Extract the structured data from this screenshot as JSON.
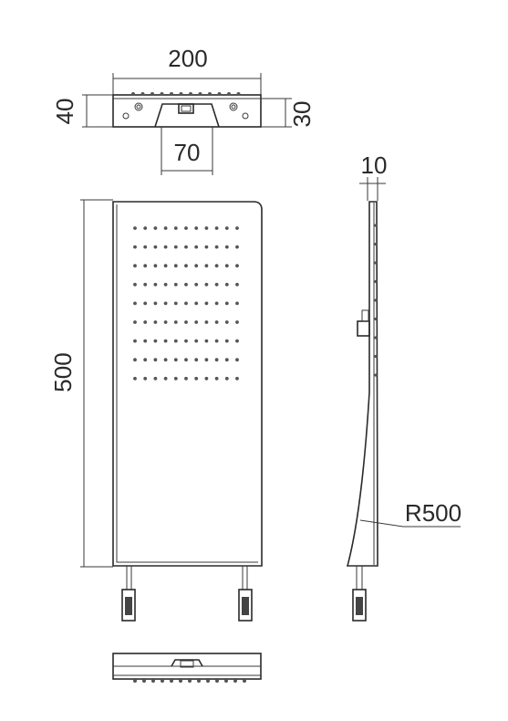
{
  "dimensions": {
    "top_width": "200",
    "top_height_left": "40",
    "top_height_right": "30",
    "mount_width": "70",
    "side_thickness": "10",
    "front_height": "500",
    "radius": "R500"
  },
  "front_panel": {
    "hole_rows": 9,
    "hole_cols": 11
  },
  "colors": {
    "line": "#2a2a2a",
    "text": "#2a2a2a",
    "background": "#ffffff"
  }
}
